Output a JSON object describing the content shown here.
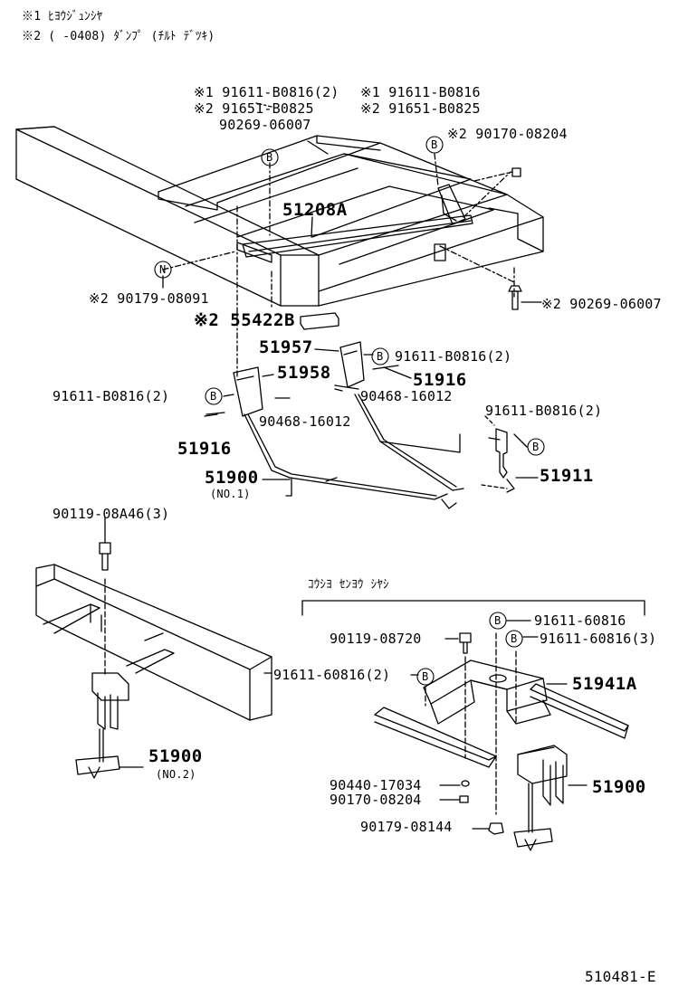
{
  "notes": {
    "note1": "※1 ﾋﾖｳｼﾞｭﾝｼﾔ",
    "note2": "※2 (   -0408) ﾀﾞﾝﾌﾟ (ﾁﾙﾄ ﾃﾞﾂｷ)"
  },
  "section_title": "ｺｳｼﾖ ｾﾝﾖｳ ｼﾔｼ",
  "labels": {
    "l01": "※1 91611-B0816(2)",
    "l02": "※1 91611-B0816",
    "l03": "※2 91651-B0825",
    "l04": "※2 91651-B0825",
    "l05": "90269-06007",
    "l06": "※2 90170-08204",
    "l07": "51208A",
    "l08": "※2 90179-08091",
    "l09": "※2 90269-06007",
    "l10": "※2 55422B",
    "l11": "51957",
    "l12": "91611-B0816(2)",
    "l13": "51958",
    "l14": "51916",
    "l15": "91611-B0816(2)",
    "l16": "90468-16012",
    "l17": "90468-16012",
    "l18": "51916",
    "l19": "91611-B0816(2)",
    "l20": "51900",
    "l21": "(NO.1)",
    "l22": "51911",
    "l23": "90119-08A46(3)",
    "l24": "91611-60816",
    "l25": "90119-08720",
    "l26": "91611-60816(3)",
    "l27": "91611-60816(2)",
    "l28": "51941A",
    "l29": "51900",
    "l30": "(NO.2)",
    "l31": "90440-17034",
    "l32": "90170-08204",
    "l33": "51900",
    "l34": "90179-08144"
  },
  "markers": {
    "b": "B",
    "n": "N"
  },
  "figure_id": "510481-E"
}
